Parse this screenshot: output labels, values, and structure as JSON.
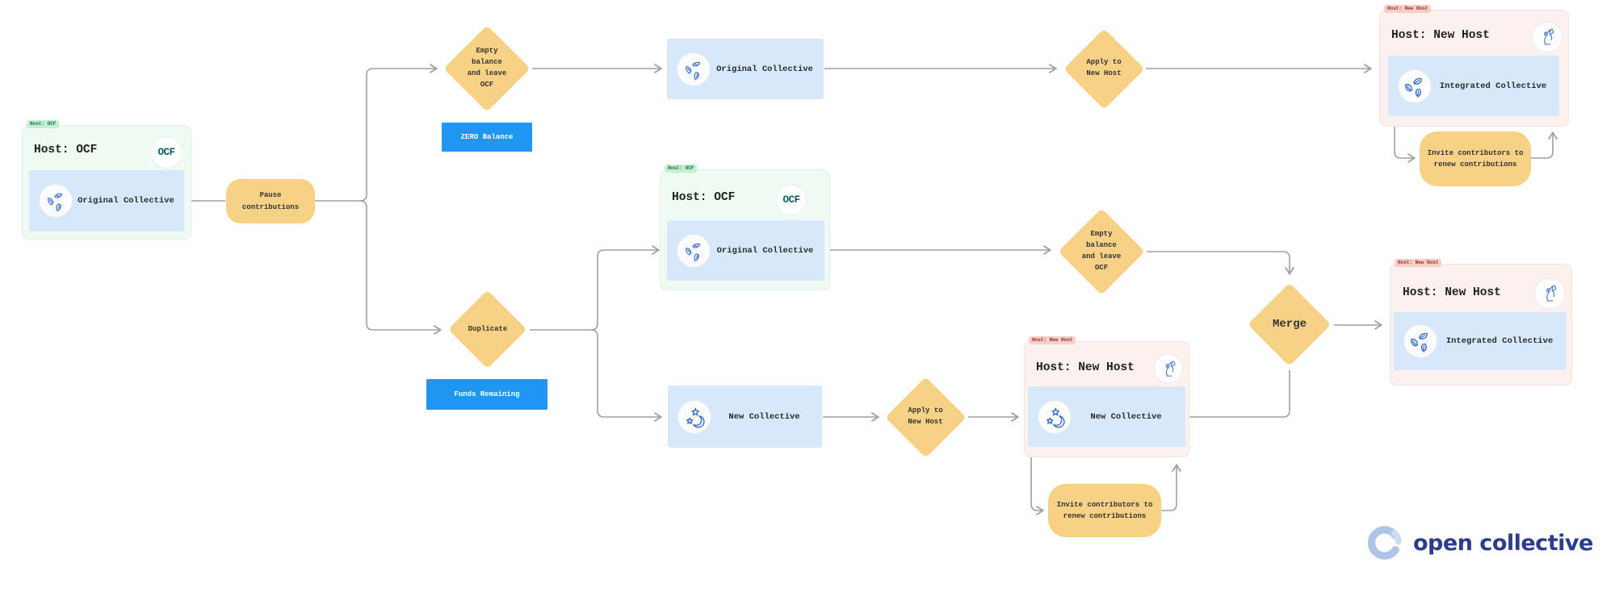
{
  "colors": {
    "node_yellow": "#F7D185",
    "collective_blue": "#D6E8FA",
    "tag_blue": "#1E96F2",
    "host_green_bg": "#EFFAF3",
    "host_pink_bg": "#FCF1EE",
    "wire_gray": "#A0A0A0",
    "ocf_teal": "#0A5C63",
    "brand_blue": "#2B3C8C"
  },
  "nodes": {
    "host1": {
      "badge": "Host: OCF",
      "title": "Host: OCF",
      "logo": "OCF",
      "collective": "Original Collective"
    },
    "pause": {
      "label": "Pause\ncontributions"
    },
    "empty1": {
      "label": "Empty\nbalance\nand leave\nOCF"
    },
    "zero": {
      "label": "ZERO Balance"
    },
    "orig_box": {
      "label": "Original Collective"
    },
    "apply1": {
      "label": "Apply to\nNew Host"
    },
    "host2": {
      "badge": "Host: New Host",
      "title": "Host: New Host",
      "collective": "Integrated Collective"
    },
    "invite1": {
      "label": "Invite contributors to\nrenew contributions"
    },
    "duplicate": {
      "label": "Duplicate"
    },
    "funds": {
      "label": "Funds Remaining"
    },
    "host3": {
      "badge": "Host: OCF",
      "title": "Host: OCF",
      "logo": "OCF",
      "collective": "Original Collective"
    },
    "empty2": {
      "label": "Empty\nbalance\nand leave\nOCF"
    },
    "merge": {
      "label": "Merge"
    },
    "new_box": {
      "label": "New Collective"
    },
    "apply2": {
      "label": "Apply to\nNew Host"
    },
    "host4": {
      "badge": "Host: New Host",
      "title": "Host: New Host",
      "collective": "New Collective"
    },
    "invite2": {
      "label": "Invite contributors to\nrenew contributions"
    },
    "host5": {
      "badge": "Host: New Host",
      "title": "Host: New Host",
      "collective": "Integrated Collective"
    }
  },
  "logo": {
    "brand": "open collective"
  }
}
